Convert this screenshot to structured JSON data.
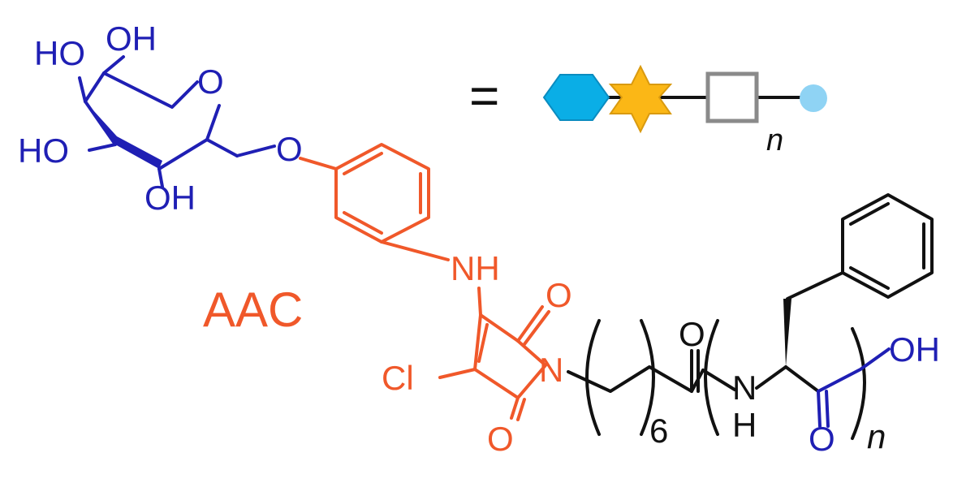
{
  "sugar": {
    "labels": [
      "HO",
      "OH",
      "O",
      "HO",
      "OH",
      "O"
    ],
    "color": "#1f1fb4"
  },
  "aac": {
    "label": "AAC",
    "atoms": [
      "NH",
      "O",
      "Cl",
      "N",
      "O"
    ],
    "color": "#f0582a"
  },
  "linker": {
    "carbonyl_o": "O",
    "repeat_count": "6",
    "nh_n": "N",
    "nh_h": "H",
    "repeat_n": "n"
  },
  "terminal": {
    "oh": "OH",
    "carbonyl_o": "O",
    "color": "#1f1fb4"
  },
  "legend": {
    "equals": "=",
    "hexagon_color": "#0aaee6",
    "star_color": "#fbb716",
    "square_color": "#8a8a8a",
    "dot_color": "#8fd3f4",
    "repeat_n": "n",
    "icons": [
      "hexagon-icon",
      "star-icon",
      "square-icon",
      "dot-icon"
    ]
  }
}
